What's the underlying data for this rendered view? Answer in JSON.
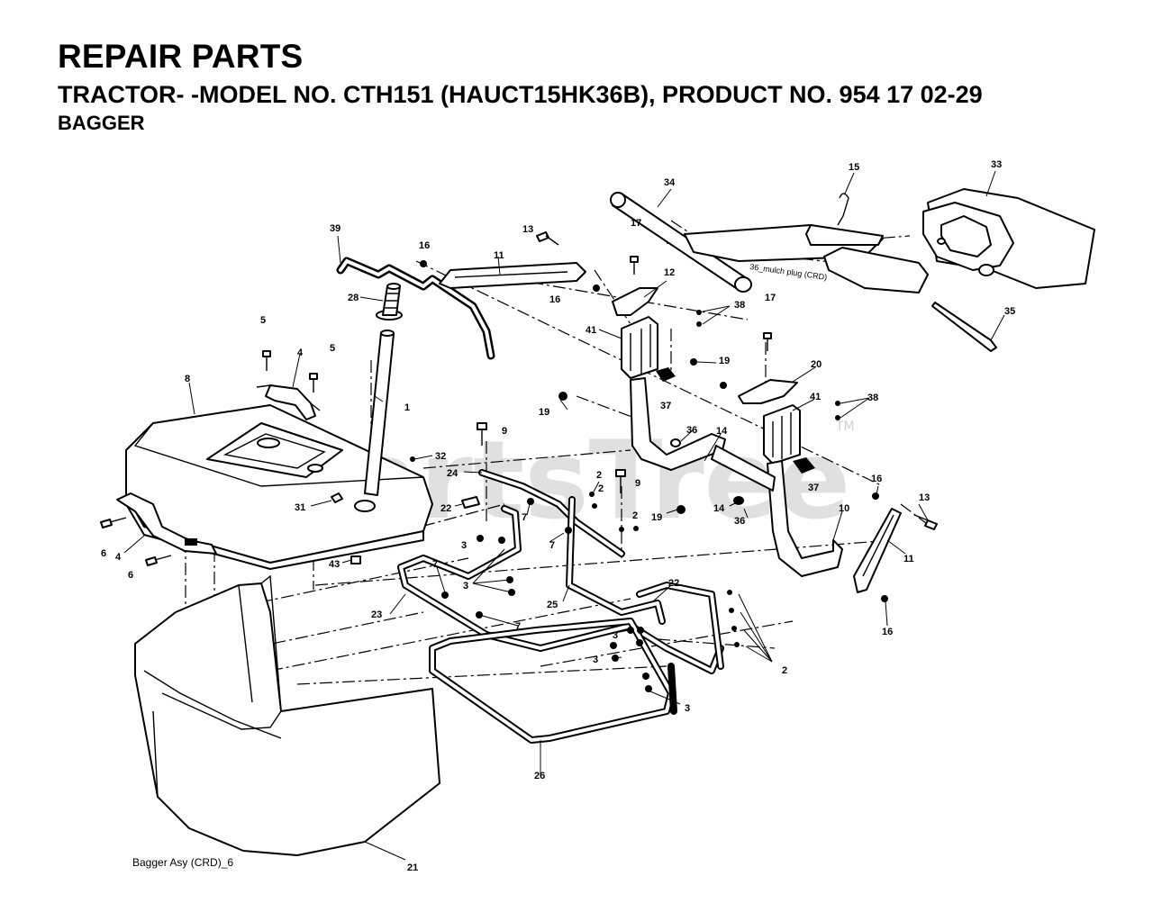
{
  "header": {
    "title": "REPAIR PARTS",
    "subtitle": "TRACTOR- -MODEL NO. CTH151 (HAUCT15HK36B), PRODUCT NO. 954 17 02-29",
    "section": "BAGGER"
  },
  "watermark": {
    "text": "PartsTree",
    "tm": "TM"
  },
  "note_36_mulch_plug": "36_mulch plug (CRD)",
  "footer_ref": "Bagger Asy (CRD)_6",
  "callouts": [
    "1",
    "2",
    "3",
    "4",
    "5",
    "6",
    "7",
    "8",
    "9",
    "10",
    "11",
    "12",
    "13",
    "14",
    "15",
    "16",
    "17",
    "19",
    "20",
    "21",
    "22",
    "23",
    "24",
    "25",
    "26",
    "28",
    "31",
    "32",
    "33",
    "34",
    "35",
    "36",
    "37",
    "38",
    "39",
    "41",
    "43"
  ],
  "colors": {
    "line": "#000000",
    "background": "#ffffff",
    "watermark": "#d6d6d6"
  }
}
